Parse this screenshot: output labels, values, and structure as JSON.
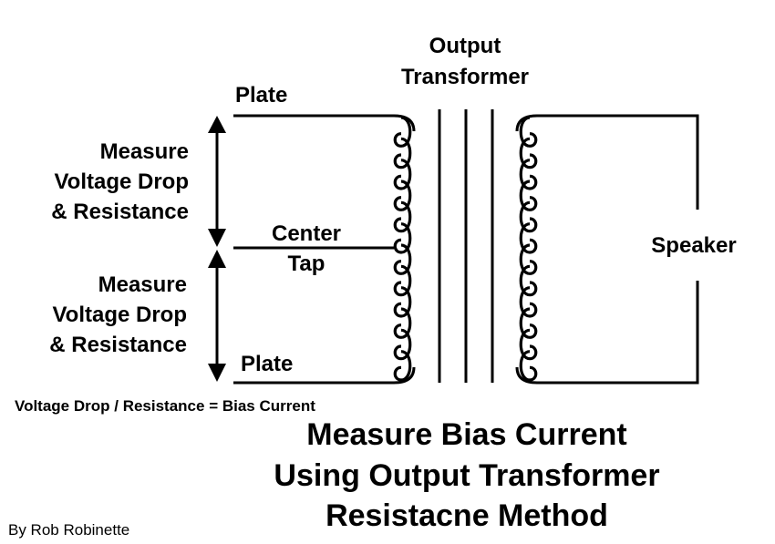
{
  "labels": {
    "transformer_line1": "Output",
    "transformer_line2": "Transformer",
    "plate_top": "Plate",
    "plate_bottom": "Plate",
    "center_tap_line1": "Center",
    "center_tap_line2": "Tap",
    "speaker": "Speaker",
    "measure_top": [
      "Measure",
      "Voltage Drop",
      "& Resistance"
    ],
    "measure_bottom": [
      "Measure",
      "Voltage Drop",
      "& Resistance"
    ],
    "formula": "Voltage Drop / Resistance = Bias Current",
    "title": [
      "Measure Bias Current",
      "Using Output Transformer",
      "Resistacne Method"
    ],
    "author": "By Rob Robinette"
  },
  "colors": {
    "line": "#000000",
    "background": "#ffffff"
  }
}
